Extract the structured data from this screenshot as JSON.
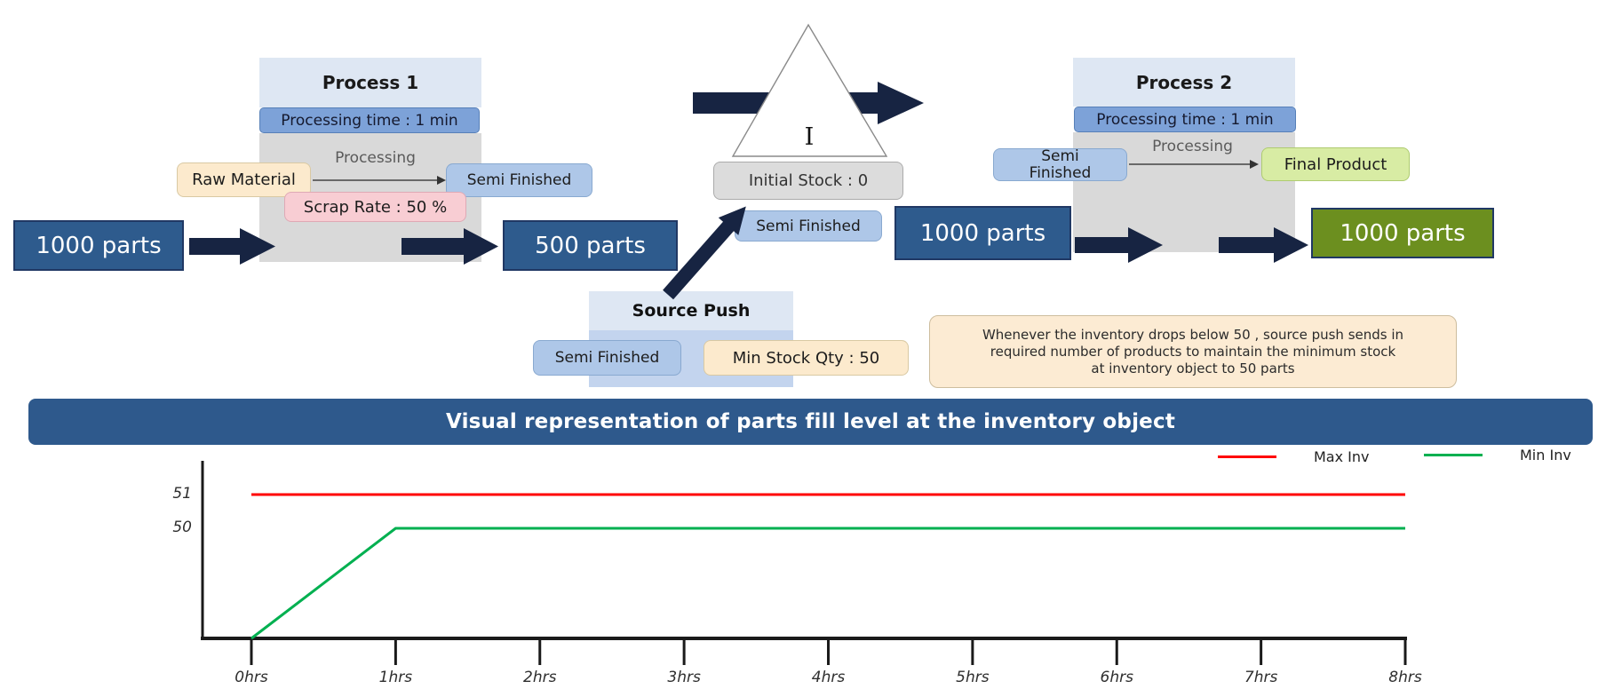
{
  "diagram": {
    "input_count": "1000 parts",
    "after_process1_count": "500 parts",
    "before_process2_count": "1000 parts",
    "final_count": "1000 parts",
    "process1": {
      "title": "Process 1",
      "processing_time": "Processing time : 1 min",
      "processing_label": "Processing",
      "input_item": "Raw Material",
      "output_item": "Semi Finished",
      "scrap_rate": "Scrap Rate : 50 %"
    },
    "inventory": {
      "symbol": "I",
      "initial_stock": "Initial Stock : 0",
      "item": "Semi Finished"
    },
    "process2": {
      "title": "Process 2",
      "processing_time": "Processing time : 1 min",
      "processing_label": "Processing",
      "input_item": "Semi Finished",
      "output_item": "Final Product"
    },
    "source_push": {
      "title": "Source Push",
      "item": "Semi Finished",
      "min_stock": "Min Stock Qty : 50"
    },
    "note_lines": [
      "Whenever the inventory drops below 50 , source push sends in",
      "required number of products to maintain the minimum stock",
      "at inventory object to 50 parts"
    ]
  },
  "chart_data": {
    "type": "line",
    "title": "Visual representation of parts fill level at the inventory object",
    "x_labels": [
      "0hrs",
      "1hrs",
      "2hrs",
      "3hrs",
      "4hrs",
      "5hrs",
      "6hrs",
      "7hrs",
      "8hrs"
    ],
    "x_unit": "hrs",
    "xlim": [
      0,
      8
    ],
    "y_ticks": [
      51,
      50
    ],
    "series": [
      {
        "name": "Max Inv",
        "color": "#FF0000",
        "points": [
          [
            0,
            51
          ],
          [
            8,
            51
          ]
        ]
      },
      {
        "name": "Min Inv",
        "color": "#00B050",
        "points": [
          [
            0,
            0
          ],
          [
            1,
            50
          ],
          [
            8,
            50
          ]
        ]
      }
    ],
    "legend_position": "top-right",
    "grid": false
  },
  "colors": {
    "count_box": "#2E5B8D",
    "count_box_border": "#203864",
    "final_box": "#6C8F1F",
    "arrow": "#172442",
    "process_header": "#DEE7F3",
    "process_body": "#D9D9D9",
    "time_pill": "#7DA2D8",
    "semi_pill": "#AEC7E8",
    "raw_pill": "#FCEACD",
    "scrap_pill": "#F8CDD3",
    "final_pill": "#D8ECA4",
    "stock_box": "#DCDCDC",
    "source_body": "#C3D4EE",
    "note_bg": "#FCEBD3",
    "title_bar": "#2E598C"
  }
}
